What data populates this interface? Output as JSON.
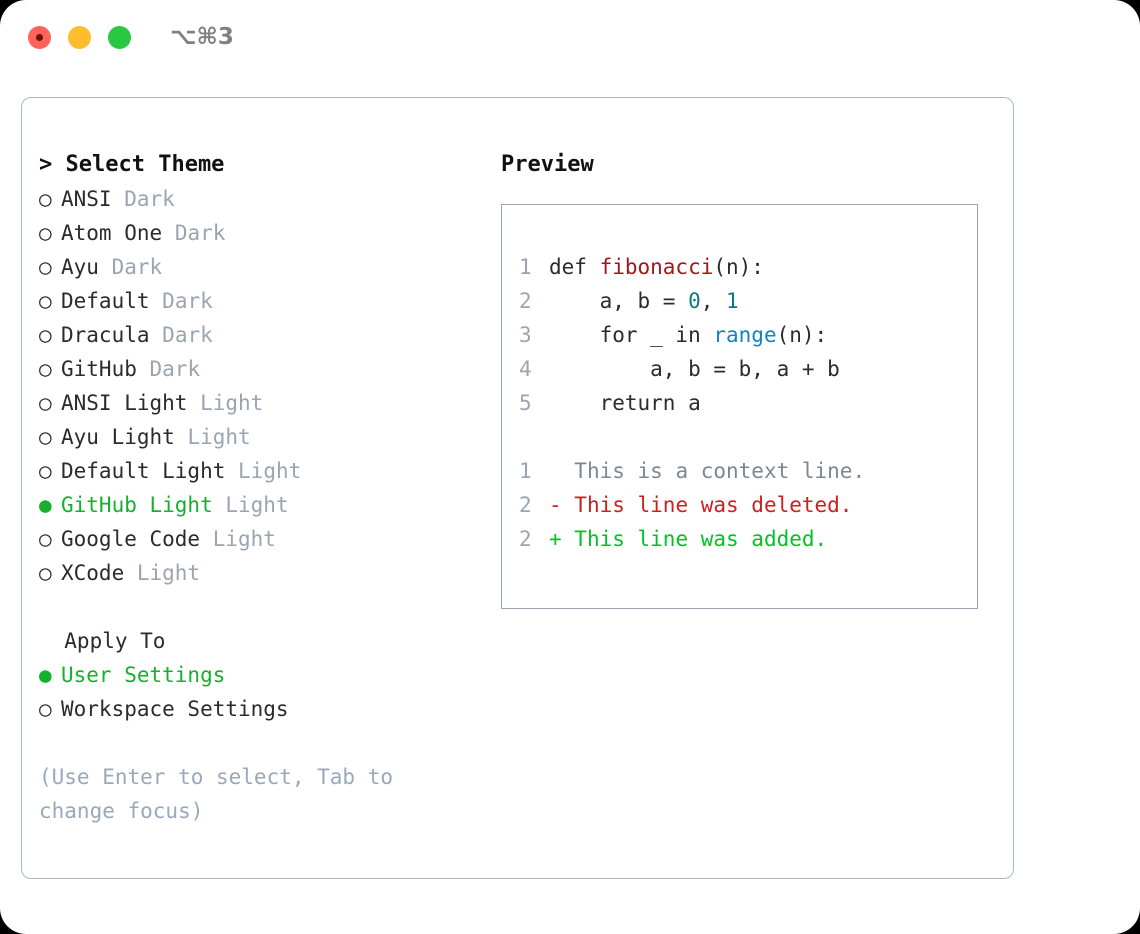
{
  "window": {
    "title": "⌥⌘3",
    "traffic_lights": [
      "close-red",
      "minimize-yellow",
      "maximize-green"
    ],
    "colors": {
      "red": "#ff6259",
      "yellow": "#ffbd2e",
      "green": "#28c840",
      "panel_border": "#aeb7c2",
      "accent_green": "#16b02f",
      "muted": "#9aa5b1",
      "hint": "#9aa8bb"
    }
  },
  "theme_list": {
    "header": "> Select Theme",
    "items": [
      {
        "bullet": "○",
        "name": "ANSI",
        "variant": "Dark",
        "selected": false
      },
      {
        "bullet": "○",
        "name": "Atom One",
        "variant": "Dark",
        "selected": false
      },
      {
        "bullet": "○",
        "name": "Ayu",
        "variant": "Dark",
        "selected": false
      },
      {
        "bullet": "○",
        "name": "Default",
        "variant": "Dark",
        "selected": false
      },
      {
        "bullet": "○",
        "name": "Dracula",
        "variant": "Dark",
        "selected": false
      },
      {
        "bullet": "○",
        "name": "GitHub",
        "variant": "Dark",
        "selected": false
      },
      {
        "bullet": "○",
        "name": "ANSI Light",
        "variant": "Light",
        "selected": false
      },
      {
        "bullet": "○",
        "name": "Ayu Light",
        "variant": "Light",
        "selected": false
      },
      {
        "bullet": "○",
        "name": "Default Light",
        "variant": "Light",
        "selected": false
      },
      {
        "bullet": "●",
        "name": "GitHub Light",
        "variant": "Light",
        "selected": true
      },
      {
        "bullet": "○",
        "name": "Google Code",
        "variant": "Light",
        "selected": false
      },
      {
        "bullet": "○",
        "name": "XCode",
        "variant": "Light",
        "selected": false
      }
    ]
  },
  "apply_to": {
    "header": "  Apply To",
    "items": [
      {
        "bullet": "●",
        "label": "User Settings",
        "selected": true
      },
      {
        "bullet": "○",
        "label": "Workspace Settings",
        "selected": false
      }
    ]
  },
  "hint": "(Use Enter to select, Tab to change focus)",
  "preview": {
    "header": "Preview",
    "code_lines": [
      {
        "number": "1",
        "tokens": [
          {
            "text": "def ",
            "style": "plain"
          },
          {
            "text": "fibonacci",
            "style": "fn"
          },
          {
            "text": "(n):",
            "style": "plain"
          }
        ]
      },
      {
        "number": "2",
        "tokens": [
          {
            "text": "    a, b = ",
            "style": "plain"
          },
          {
            "text": "0",
            "style": "num"
          },
          {
            "text": ", ",
            "style": "plain"
          },
          {
            "text": "1",
            "style": "num"
          }
        ]
      },
      {
        "number": "3",
        "tokens": [
          {
            "text": "    for _ in ",
            "style": "plain"
          },
          {
            "text": "range",
            "style": "call"
          },
          {
            "text": "(n):",
            "style": "plain"
          }
        ]
      },
      {
        "number": "4",
        "tokens": [
          {
            "text": "        a, b = b, a + b",
            "style": "plain"
          }
        ]
      },
      {
        "number": "5",
        "tokens": [
          {
            "text": "    return a",
            "style": "plain"
          }
        ]
      }
    ],
    "diff_lines": [
      {
        "number": "1",
        "marker": " ",
        "text": " This is a context line.",
        "kind": "context"
      },
      {
        "number": "2",
        "marker": "-",
        "text": " This line was deleted.",
        "kind": "deleted"
      },
      {
        "number": "2",
        "marker": "+",
        "text": " This line was added.",
        "kind": "added"
      }
    ]
  }
}
